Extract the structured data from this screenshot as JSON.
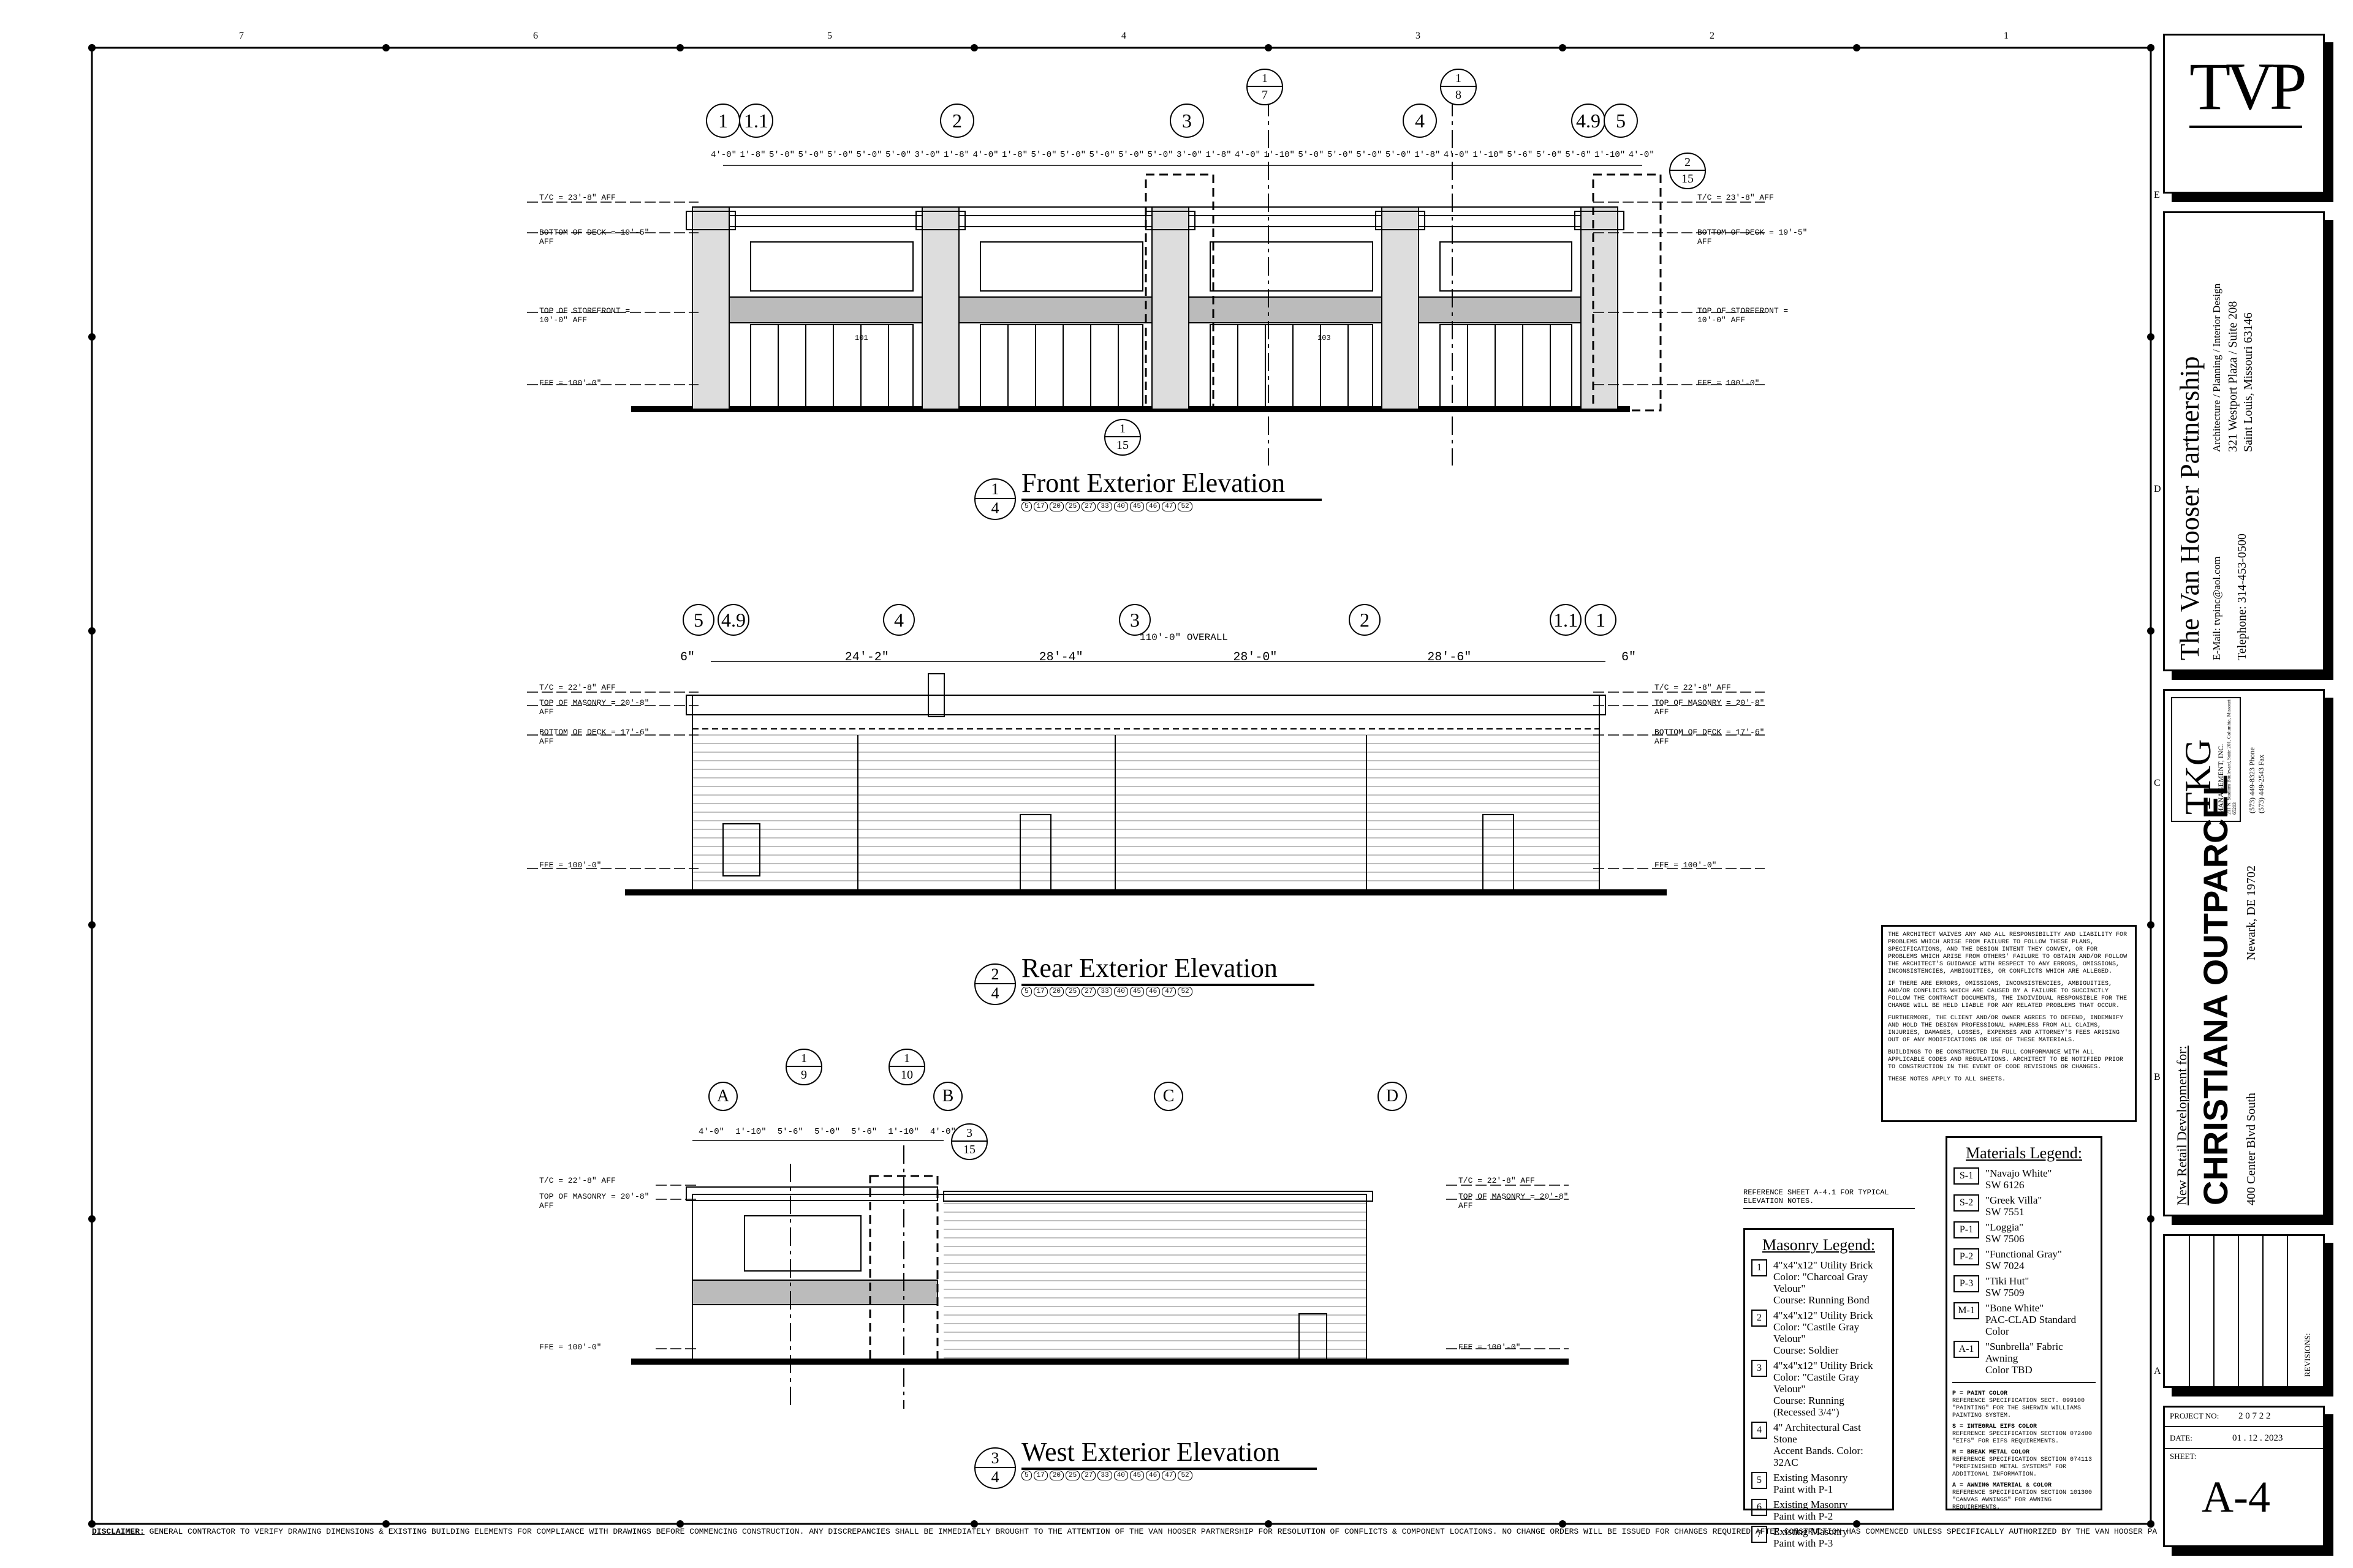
{
  "grid": {
    "columns": [
      "7",
      "6",
      "5",
      "4",
      "3",
      "2",
      "1"
    ],
    "rows": [
      "E",
      "D",
      "C",
      "B",
      "A"
    ]
  },
  "elevations": {
    "front": {
      "title": "Front Exterior Elevation",
      "number": "1",
      "sheet": "4",
      "grid_tags": [
        "1",
        "1.1",
        "2",
        "3",
        "4",
        "4.9",
        "5"
      ],
      "levels": [
        "T/C = 23'-8\" AFF",
        "BOTTOM OF DECK = 19'-5\" AFF",
        "TOP OF STOREFRONT = 10'-0\" AFF",
        "FFE = 100'-0\""
      ],
      "keynotes": [
        "5",
        "17",
        "20",
        "25",
        "27",
        "33",
        "40",
        "45",
        "46",
        "47",
        "52"
      ],
      "dims": [
        "4'-0\"",
        "1'-8\"",
        "5'-0\"",
        "5'-0\"",
        "5'-0\"",
        "5'-0\"",
        "5'-0\"",
        "3'-0\"",
        "1'-8\"",
        "4'-0\"",
        "1'-8\"",
        "5'-0\"",
        "5'-0\"",
        "5'-0\"",
        "5'-0\"",
        "5'-0\"",
        "3'-0\"",
        "1'-8\"",
        "4'-0\"",
        "1'-10\"",
        "5'-0\"",
        "5'-0\"",
        "5'-0\"",
        "5'-0\"",
        "1'-8\"",
        "4'-0\"",
        "1'-10\"",
        "5'-6\"",
        "5'-0\"",
        "5'-6\"",
        "1'-10\"",
        "4'-0\""
      ],
      "rooms": [
        "101",
        "103"
      ],
      "section_tags": [
        {
          "n": "1",
          "s": "7"
        },
        {
          "n": "1",
          "s": "8"
        },
        {
          "n": "2",
          "s": "15"
        },
        {
          "n": "1",
          "s": "15"
        }
      ]
    },
    "rear": {
      "title": "Rear Exterior Elevation",
      "number": "2",
      "sheet": "4",
      "grid_tags": [
        "5",
        "4.9",
        "4",
        "3",
        "2",
        "1.1",
        "1"
      ],
      "overall": "110'-0\" OVERALL",
      "dims": [
        "6\"",
        "24'-2\"",
        "28'-4\"",
        "28'-0\"",
        "28'-6\"",
        "6\""
      ],
      "levels": [
        "T/C = 22'-8\" AFF",
        "TOP OF MASONRY = 20'-8\" AFF",
        "BOTTOM OF DECK = 17'-6\" AFF",
        "FFE = 100'-0\""
      ],
      "keynotes": [
        "5",
        "17",
        "20",
        "25",
        "27",
        "33",
        "40",
        "45",
        "46",
        "47",
        "52"
      ]
    },
    "west": {
      "title": "West Exterior Elevation",
      "number": "3",
      "sheet": "4",
      "grid_tags": [
        "A",
        "B",
        "C",
        "D"
      ],
      "levels": [
        "T/C = 22'-8\" AFF",
        "TOP OF MASONRY = 20'-8\" AFF",
        "FFE = 100'-0\""
      ],
      "dims": [
        "4'-0\"",
        "1'-10\"",
        "5'-6\"",
        "5'-0\"",
        "5'-6\"",
        "1'-10\"",
        "4'-0\""
      ],
      "keynotes": [
        "5",
        "17",
        "20",
        "25",
        "27",
        "33",
        "40",
        "45",
        "46",
        "47",
        "52"
      ],
      "section_tags": [
        {
          "n": "1",
          "s": "9"
        },
        {
          "n": "1",
          "s": "10"
        },
        {
          "n": "3",
          "s": "15"
        }
      ]
    }
  },
  "reference_note": "REFERENCE SHEET A-4.1 FOR TYPICAL ELEVATION NOTES.",
  "masonry_legend": {
    "title": "Masonry Legend:",
    "items": [
      {
        "tag": "1",
        "lines": [
          "4\"x4\"x12\" Utility Brick",
          "Color: \"Charcoal Gray Velour\"",
          "Course: Running Bond"
        ]
      },
      {
        "tag": "2",
        "lines": [
          "4\"x4\"x12\" Utility Brick",
          "Color: \"Castile Gray Velour\"",
          "Course: Soldier"
        ]
      },
      {
        "tag": "3",
        "lines": [
          "4\"x4\"x12\" Utility Brick",
          "Color: \"Castile Gray Velour\"",
          "Course: Running (Recessed 3/4\")"
        ]
      },
      {
        "tag": "4",
        "lines": [
          "4\" Architectural Cast Stone",
          "Accent Bands.  Color: 32AC"
        ]
      },
      {
        "tag": "5",
        "lines": [
          "Existing Masonry",
          "Paint with P-1"
        ]
      },
      {
        "tag": "6",
        "lines": [
          "Existing Masonry",
          "Paint with P-2"
        ]
      },
      {
        "tag": "7",
        "lines": [
          "Existing Masonry",
          "Paint with P-3"
        ]
      }
    ]
  },
  "materials_legend": {
    "title": "Materials Legend:",
    "items": [
      {
        "tag": "S-1",
        "lines": [
          "\"Navajo White\"",
          "SW 6126"
        ]
      },
      {
        "tag": "S-2",
        "lines": [
          "\"Greek Villa\"",
          "SW 7551"
        ]
      },
      {
        "tag": "P-1",
        "lines": [
          "\"Loggia\"",
          "SW 7506"
        ]
      },
      {
        "tag": "P-2",
        "lines": [
          "\"Functional Gray\"",
          "SW 7024"
        ]
      },
      {
        "tag": "P-3",
        "lines": [
          "\"Tiki Hut\"",
          "SW 7509"
        ]
      },
      {
        "tag": "M-1",
        "lines": [
          "\"Bone White\"",
          "PAC-CLAD Standard Color"
        ]
      },
      {
        "tag": "A-1",
        "lines": [
          "\"Sunbrella\" Fabric Awning",
          "Color TBD"
        ]
      }
    ],
    "notes": [
      "P = PAINT COLOR",
      "REFERENCE SPECIFICATION SECT. 099100 \"PAINTING\" FOR THE SHERWIN WILLIAMS PAINTING SYSTEM.",
      "S = INTEGRAL EIFS COLOR",
      "REFERENCE SPECIFICATION SECTION 072400 \"EIFS\" FOR EIFS REQUIREMENTS.",
      "M = BREAK METAL COLOR",
      "REFERENCE SPECIFICATION SECTION 074113 \"PREFINISHED METAL SYSTEMS\" FOR ADDITIONAL INFORMATION.",
      "A = AWNING MATERIAL & COLOR",
      "REFERENCE SPECIFICATION SECTION 101300 \"CANVAS AWNINGS\" FOR AWNING REQUIREMENTS."
    ]
  },
  "liability_notes": [
    "THE ARCHITECT WAIVES ANY AND ALL RESPONSIBILITY AND LIABILITY FOR PROBLEMS WHICH ARISE FROM FAILURE TO FOLLOW THESE PLANS, SPECIFICATIONS, AND THE DESIGN INTENT THEY CONVEY, OR FOR PROBLEMS WHICH ARISE FROM OTHERS' FAILURE TO OBTAIN AND/OR FOLLOW THE ARCHITECT'S GUIDANCE WITH RESPECT TO ANY ERRORS, OMISSIONS, INCONSISTENCIES, AMBIGUITIES, OR CONFLICTS WHICH ARE ALLEGED.",
    "IF THERE ARE ERRORS, OMISSIONS, INCONSISTENCIES, AMBIGUITIES, AND/OR CONFLICTS WHICH ARE CAUSED BY A FAILURE TO SUCCINCTLY FOLLOW THE CONTRACT DOCUMENTS, THE INDIVIDUAL RESPONSIBLE FOR THE CHANGE WILL BE HELD LIABLE FOR ANY RELATED PROBLEMS THAT OCCUR.",
    "FURTHERMORE, THE CLIENT AND/OR OWNER AGREES TO DEFEND, INDEMNIFY AND HOLD THE DESIGN PROFESSIONAL HARMLESS FROM ALL CLAIMS, INJURIES, DAMAGES, LOSSES, EXPENSES AND ATTORNEY'S FEES ARISING OUT OF ANY MODIFICATIONS OR USE OF THESE MATERIALS.",
    "BUILDINGS TO BE CONSTRUCTED IN FULL CONFORMANCE WITH ALL APPLICABLE CODES AND REGULATIONS. ARCHITECT TO BE NOTIFIED PRIOR TO CONSTRUCTION IN THE EVENT OF CODE REVISIONS OR CHANGES.",
    "THESE NOTES APPLY TO ALL SHEETS."
  ],
  "title_block": {
    "firm_logo": "TVP",
    "firm_name": "The Van Hooser Partnership",
    "firm_services": "Architecture / Planning / Interior Design",
    "firm_address1": "321 Westport Plaza / Suite 208",
    "firm_address2": "Saint Louis, Missouri 63146",
    "firm_email": "E-Mail: tvpinc@aol.com",
    "firm_phone": "Telephone: 314-453-0500",
    "client_logo": "TKG",
    "client_name": "MANAGEMENT, INC.",
    "client_address": "211 N. Stadium Boulevard, Suite 201, Columbia, Missouri 65203",
    "client_phone": "(573) 449-8323 Phone",
    "client_fax": "(573) 449-2543 Fax",
    "project_intro": "New Retail Development for:",
    "project_name": "CHRISTIANA OUTPARCEL",
    "project_address": "400 Center Blvd South",
    "project_city": "Newark, DE 19702",
    "revisions_label": "REVISIONS:",
    "project_no_label": "PROJECT NO:",
    "project_no": "2 0 7 2 2",
    "date_label": "DATE:",
    "date": "01 . 12 . 2023",
    "sheet_label": "SHEET:",
    "sheet": "A-4"
  },
  "disclaimer_label": "DISCLAIMER:",
  "disclaimer": "GENERAL CONTRACTOR TO VERIFY DRAWING DIMENSIONS & EXISTING BUILDING ELEMENTS FOR COMPLIANCE WITH DRAWINGS BEFORE COMMENCING CONSTRUCTION.  ANY DISCREPANCIES SHALL BE IMMEDIATELY BROUGHT TO THE ATTENTION OF THE VAN HOOSER PARTNERSHIP FOR RESOLUTION OF CONFLICTS & COMPONENT LOCATIONS.  NO CHANGE ORDERS WILL BE ISSUED FOR CHANGES REQUIRED AFTER CONSTRUCTION HAS COMMENCED UNLESS SPECIFICALLY AUTHORIZED BY THE VAN HOOSER PARTNERSHIP IN WRITING."
}
